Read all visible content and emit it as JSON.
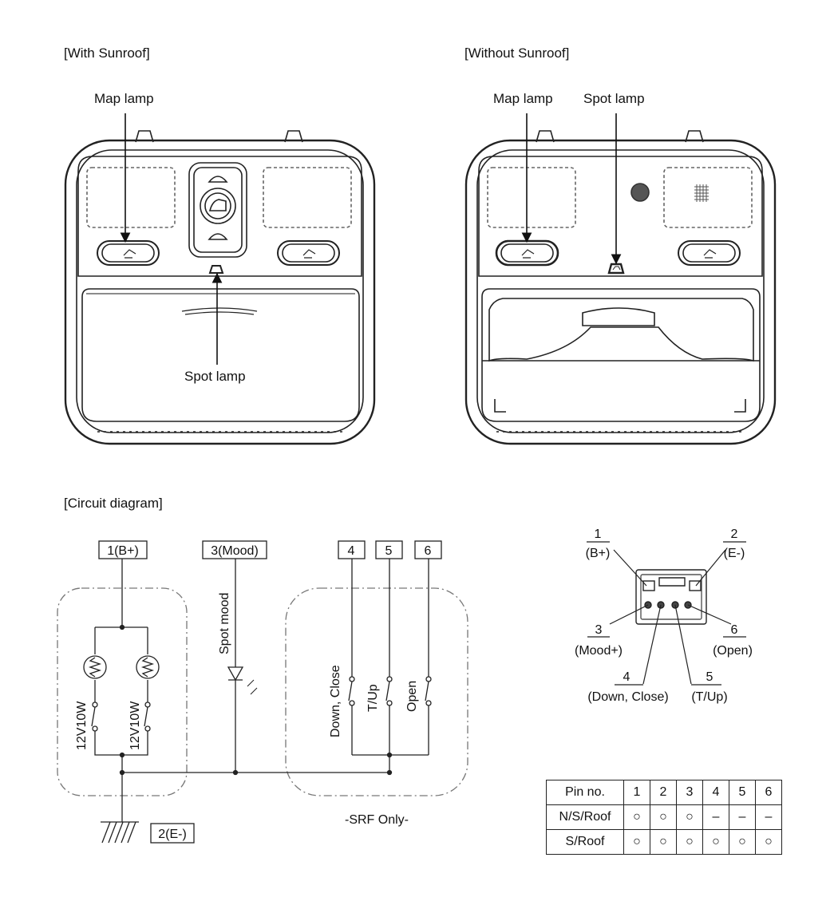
{
  "sections": {
    "with_sunroof": "[With Sunroof]",
    "without_sunroof": "[Without Sunroof]",
    "circuit_diagram": "[Circuit diagram]"
  },
  "with_sunroof_labels": {
    "map_lamp": "Map lamp",
    "spot_lamp": "Spot lamp"
  },
  "without_sunroof_labels": {
    "map_lamp": "Map lamp",
    "spot_lamp": "Spot lamp"
  },
  "circuit": {
    "terminal_1": "1(B+)",
    "terminal_3": "3(Mood)",
    "terminal_4": "4",
    "terminal_5": "5",
    "terminal_6": "6",
    "terminal_2": "2(E-)",
    "lamp_left": "12V10W",
    "lamp_right": "12V10W",
    "spot_mood": "Spot mood",
    "switch_down_close": "Down, Close",
    "switch_tup": "T/Up",
    "switch_open": "Open",
    "srf_only": "-SRF Only-"
  },
  "connector": {
    "pin1_num": "1",
    "pin1_name": "(B+)",
    "pin2_num": "2",
    "pin2_name": "(E-)",
    "pin3_num": "3",
    "pin3_name": "(Mood+)",
    "pin4_num": "4",
    "pin4_name": "(Down, Close)",
    "pin5_num": "5",
    "pin5_name": "(T/Up)",
    "pin6_num": "6",
    "pin6_name": "(Open)"
  },
  "pin_table": {
    "header": [
      "Pin no.",
      "1",
      "2",
      "3",
      "4",
      "5",
      "6"
    ],
    "rows": [
      {
        "label": "N/S/Roof",
        "cells": [
          "○",
          "○",
          "○",
          "–",
          "–",
          "–"
        ]
      },
      {
        "label": "S/Roof",
        "cells": [
          "○",
          "○",
          "○",
          "○",
          "○",
          "○"
        ]
      }
    ]
  }
}
